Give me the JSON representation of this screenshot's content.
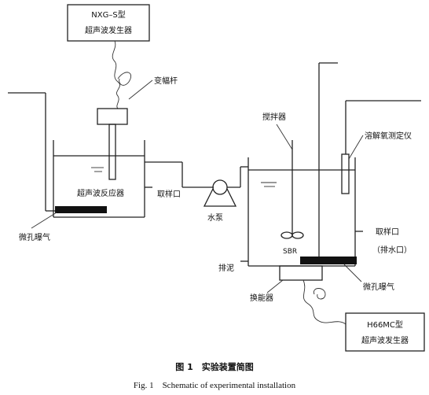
{
  "generator_top": {
    "line1": "NXG–S型",
    "line2": "超声波发生器"
  },
  "horn_label": "变幅杆",
  "ultrasonic_reactor_label": "超声波反应器",
  "sampling_port_left": "取样口",
  "micro_aeration_left": "微孔曝气",
  "pump_label": "水泵",
  "stirrer_label": "搅拌器",
  "do_meter_label": "溶解氧测定仪",
  "sbr_label": "SBR",
  "sampling_port_right": "取样口",
  "drain_label": "（排水口）",
  "sludge_label": "排泥",
  "micro_aeration_right": "微孔曝气",
  "transducer_label": "换能器",
  "generator_bottom": {
    "line1": "H66MC型",
    "line2": "超声波发生器"
  },
  "caption": {
    "zh": "图 1　实验装置简图",
    "en": "Fig. 1　Schematic of experimental installation"
  }
}
